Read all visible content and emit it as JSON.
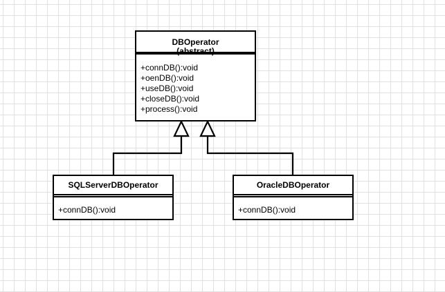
{
  "classes": {
    "dboperator": {
      "name": "DBOperator",
      "stereotype": "(abstract)",
      "methods": [
        "+connDB():void",
        "+oenDB():void",
        "+useDB():void",
        "+closeDB():void",
        "+process():void"
      ]
    },
    "sqlserver": {
      "name": "SQLServerDBOperator",
      "methods": [
        "+connDB():void"
      ]
    },
    "oracle": {
      "name": "OracleDBOperator",
      "methods": [
        "+connDB():void"
      ]
    }
  },
  "relationships": [
    {
      "type": "generalization",
      "from": "SQLServerDBOperator",
      "to": "DBOperator"
    },
    {
      "type": "generalization",
      "from": "OracleDBOperator",
      "to": "DBOperator"
    }
  ]
}
